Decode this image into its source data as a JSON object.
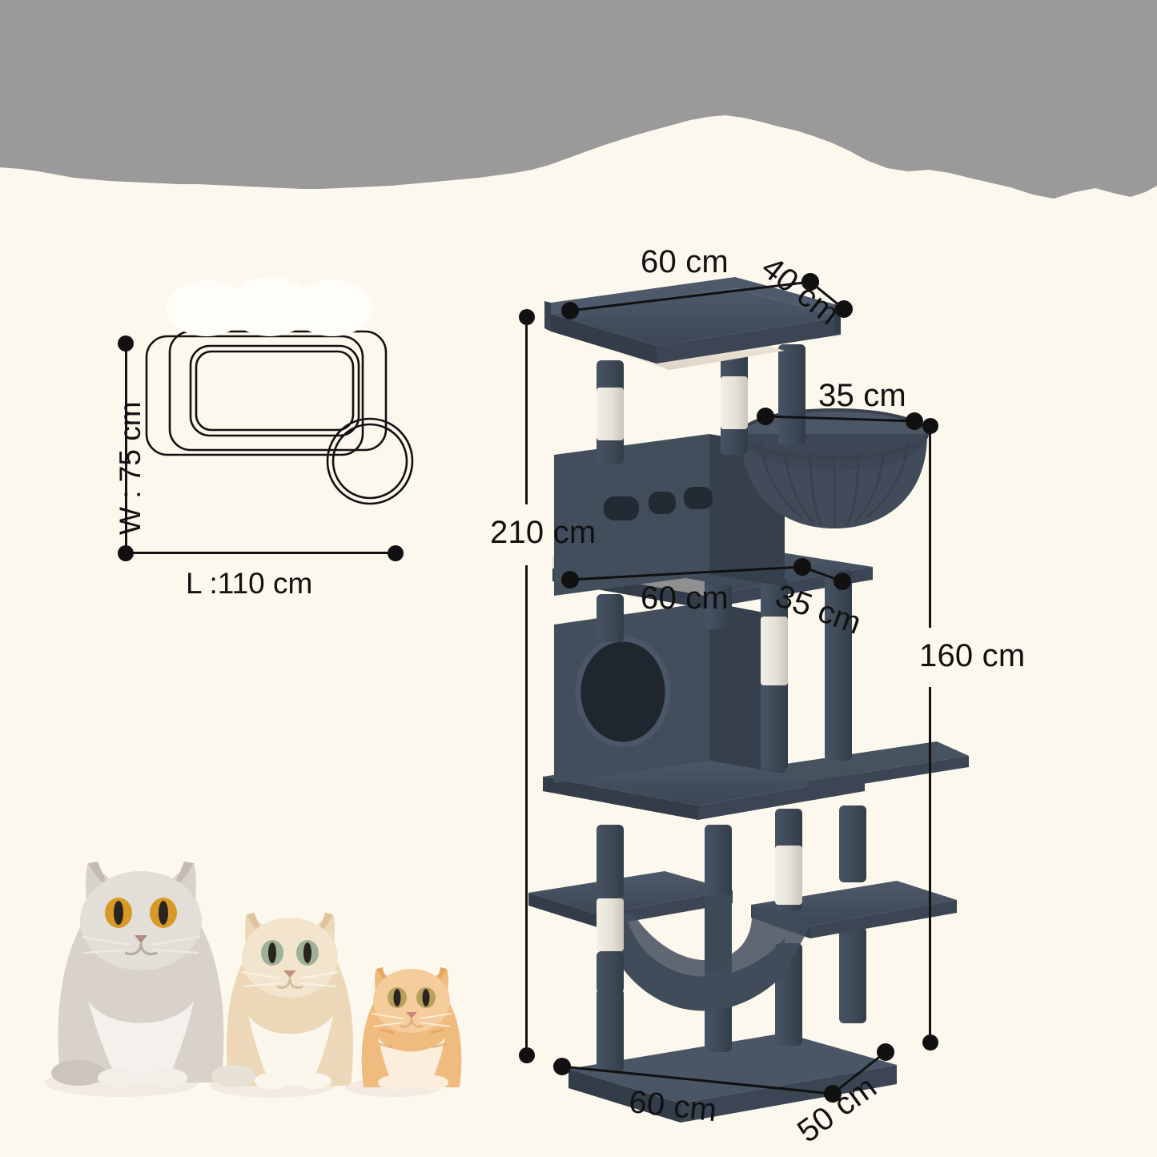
{
  "background": {
    "top_band_color": "#9a9a9a",
    "page_color": "#fdf8ee",
    "torn_edge": true
  },
  "product": {
    "name": "cat-tree-tower",
    "plush_color": "#3f4a58",
    "plush_dark": "#333d49",
    "plush_light": "#4b5868",
    "sisal_color": "#e8e5dc",
    "cushion_color": "#efe8da"
  },
  "footprint": {
    "label_width": "W : 75 cm",
    "label_length": "L :110 cm",
    "outline_color": "#111111"
  },
  "dimensions": {
    "top_platform_width": "60 cm",
    "top_platform_depth": "40 cm",
    "basket_width": "35 cm",
    "total_height": "210 cm",
    "mid_platform_width": "60 cm",
    "mid_platform_depth": "35 cm",
    "upper_height": "160 cm",
    "base_width": "60 cm",
    "base_depth": "50 cm"
  },
  "cats": [
    {
      "name": "large-grey-cat",
      "body": "#d8d2cb",
      "belly": "#f2efe9",
      "eye": "#d79a27"
    },
    {
      "name": "medium-cream-cat",
      "body": "#ecd8b8",
      "belly": "#faf4e8",
      "eye": "#8fa48a"
    },
    {
      "name": "small-orange-kitten",
      "body": "#f0bb7e",
      "belly": "#fbeedd",
      "eye": "#b8a05a"
    }
  ]
}
